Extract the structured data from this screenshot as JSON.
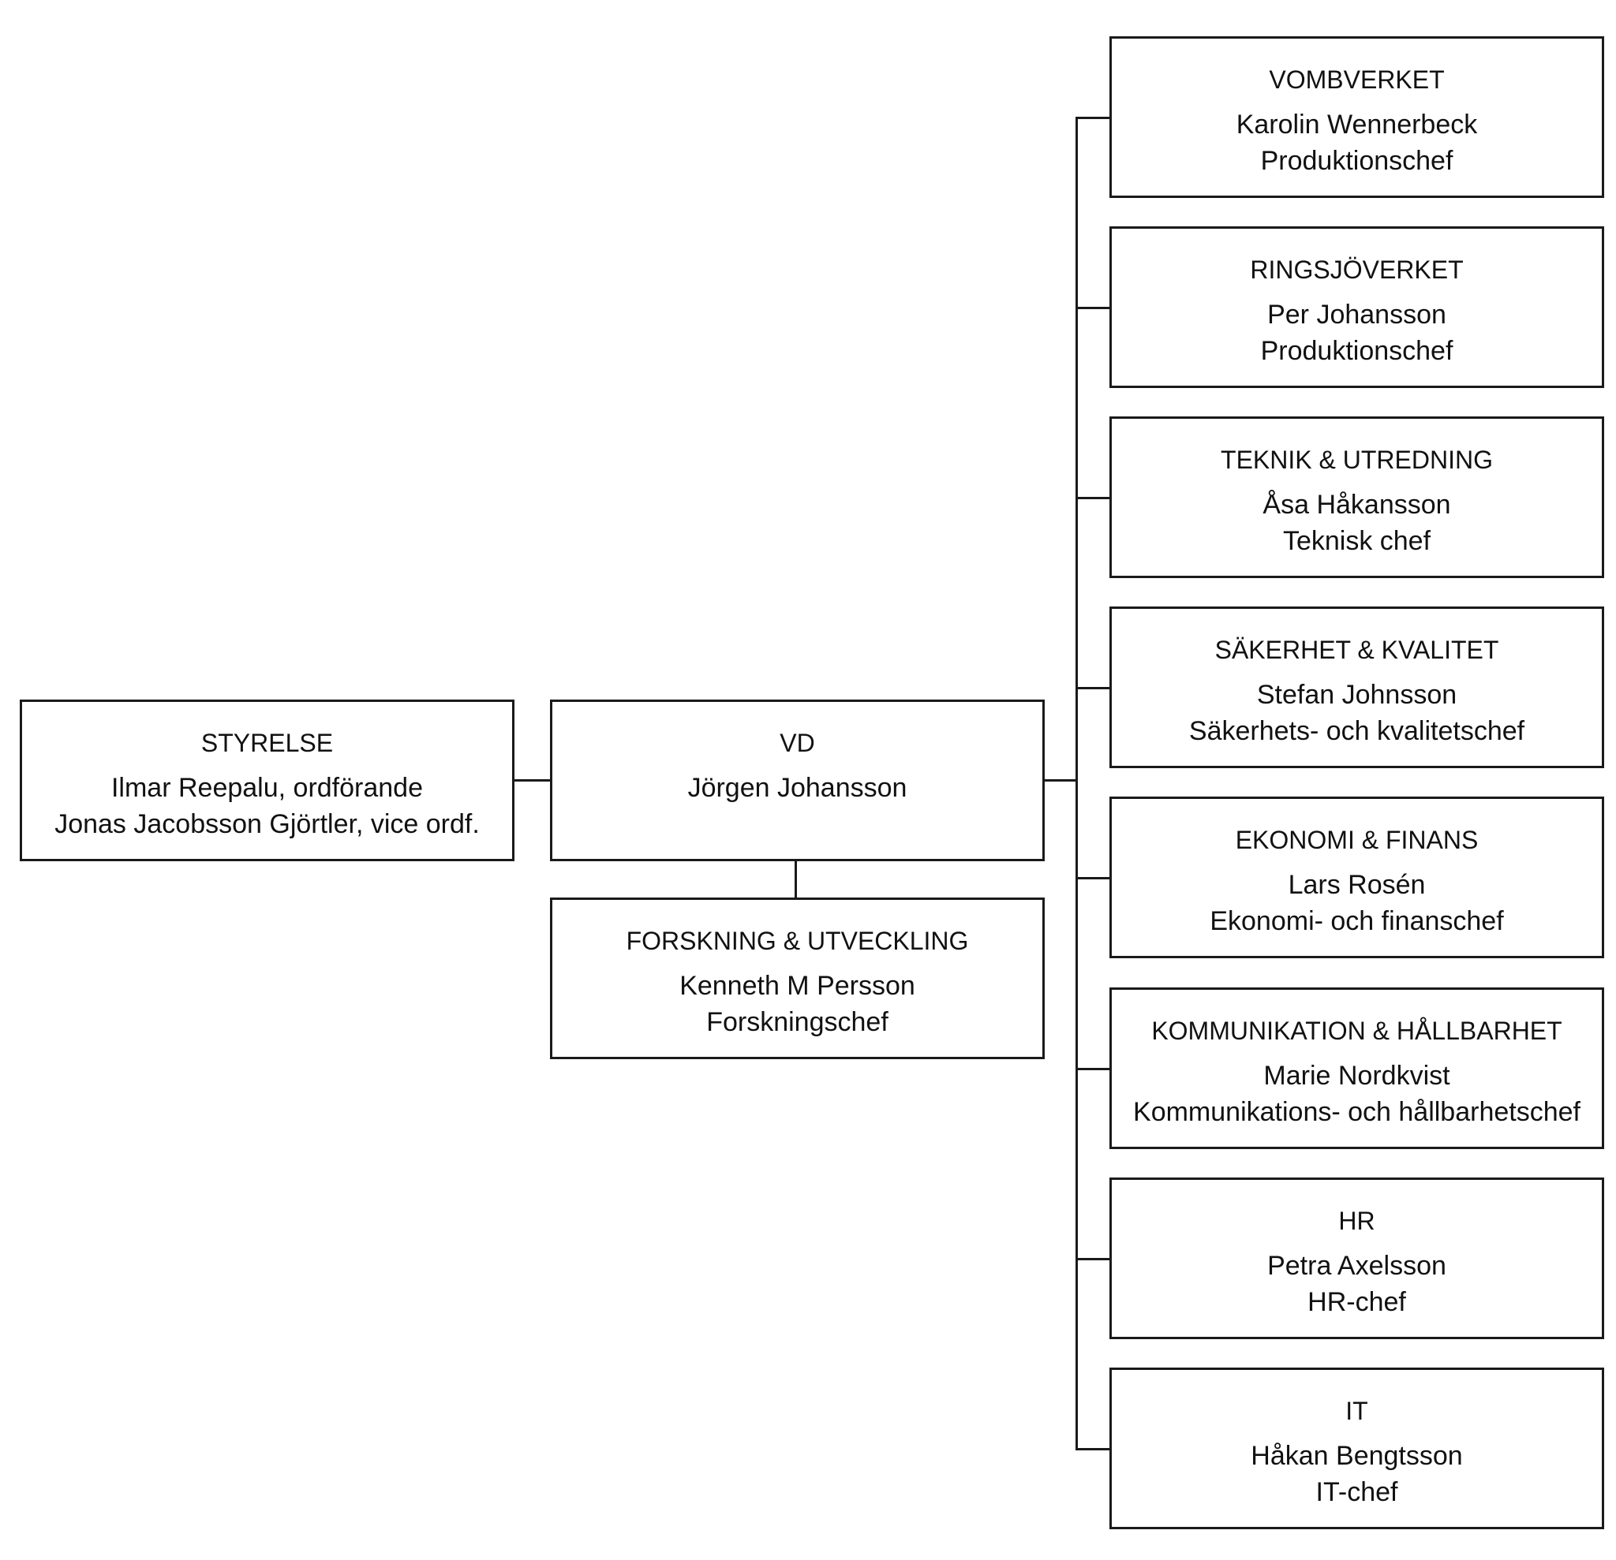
{
  "org_chart": {
    "board": {
      "title": "STYRELSE",
      "lines": [
        "Ilmar Reepalu, ordförande",
        "Jonas Jacobsson Gjörtler, vice ordf."
      ]
    },
    "ceo": {
      "title": "VD",
      "lines": [
        "Jörgen Johansson"
      ]
    },
    "research": {
      "title": "FORSKNING & UTVECKLING",
      "lines": [
        "Kenneth M Persson",
        "Forskningschef"
      ]
    },
    "departments": [
      {
        "title": "VOMBVERKET",
        "lines": [
          "Karolin Wennerbeck",
          "Produktionschef"
        ]
      },
      {
        "title": "RINGSJÖVERKET",
        "lines": [
          "Per Johansson",
          "Produktionschef"
        ]
      },
      {
        "title": "TEKNIK & UTREDNING",
        "lines": [
          "Åsa Håkansson",
          "Teknisk chef"
        ]
      },
      {
        "title": "SÄKERHET & KVALITET",
        "lines": [
          "Stefan Johnsson",
          "Säkerhets- och kvalitetschef"
        ]
      },
      {
        "title": "EKONOMI & FINANS",
        "lines": [
          "Lars Rosén",
          "Ekonomi- och finanschef"
        ]
      },
      {
        "title": "KOMMUNIKATION & HÅLLBARHET",
        "lines": [
          "Marie Nordkvist",
          "Kommunikations- och hållbarhetschef"
        ]
      },
      {
        "title": "HR",
        "lines": [
          "Petra Axelsson",
          "HR-chef"
        ]
      },
      {
        "title": "IT",
        "lines": [
          "Håkan Bengtsson",
          "IT-chef"
        ]
      }
    ]
  }
}
